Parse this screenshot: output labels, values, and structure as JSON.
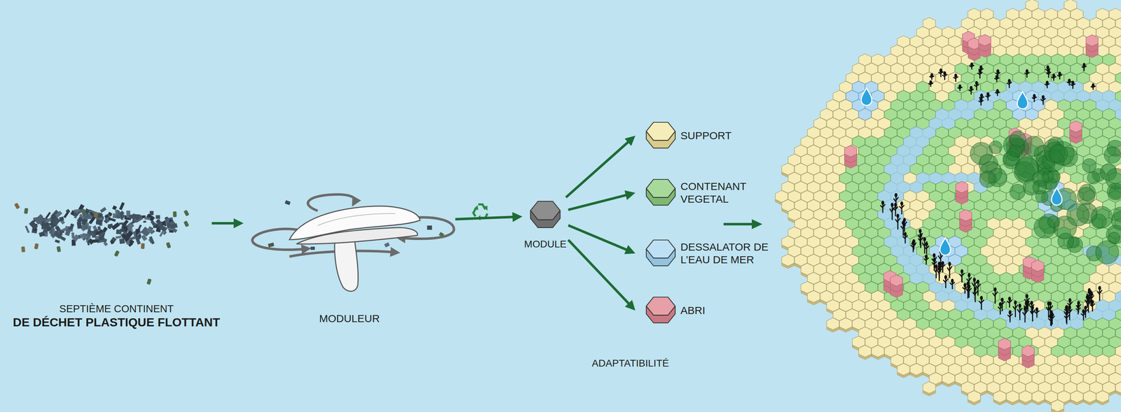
{
  "diagram": {
    "nodes": [
      {
        "text": [
          "SEPTIÈME CONTINENT",
          "DE DÉCHET PLASTIQUE FLOTTANT"
        ]
      },
      {
        "text": [
          "MODULEUR"
        ]
      },
      {
        "text": [
          "MODULE"
        ]
      },
      {
        "text": [
          "SUPPORT"
        ]
      },
      {
        "text": [
          "CONTENANT VEGETAL"
        ]
      },
      {
        "text": [
          "DESSALATOR DE L’EAU DE MER"
        ]
      },
      {
        "text": [
          "ABRI"
        ]
      }
    ],
    "edges": [
      {
        "from": 0,
        "to": 1,
        "arrow": "to"
      },
      {
        "from": 1,
        "to": 2,
        "arrow": "to"
      },
      {
        "from": 2,
        "to": 3,
        "arrow": "to"
      },
      {
        "from": 2,
        "to": 4,
        "arrow": "to"
      },
      {
        "from": 2,
        "to": 5,
        "arrow": "to"
      },
      {
        "from": 2,
        "to": 6,
        "arrow": "to"
      }
    ],
    "labels": [
      "ADAPTATIBILITÉ"
    ]
  }
}
